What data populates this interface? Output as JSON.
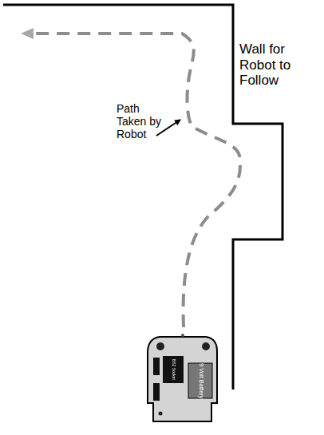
{
  "diagram": {
    "labels": [
      "Wall for Robot to Follow",
      "Path Taken by Robot",
      "9 Volt Battery",
      "BS2 Socket"
    ]
  }
}
